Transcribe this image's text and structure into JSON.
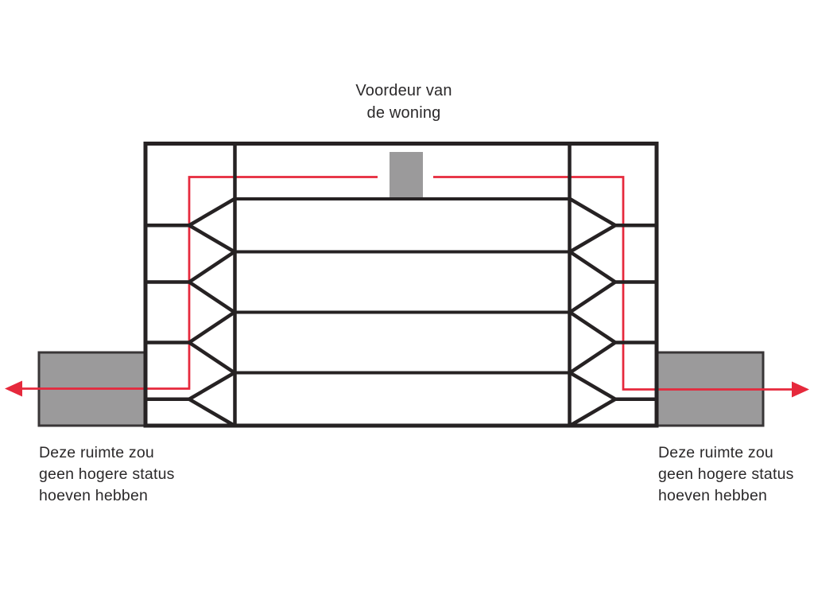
{
  "colors": {
    "line": "#262223",
    "accent": "#e6293c",
    "gray_fill": "#9b9a9b",
    "gray_border": "#393637",
    "text": "#2b292a",
    "background": "#ffffff"
  },
  "labels": {
    "front_door": "Voordeur van\nde woning",
    "left_space": "Deze ruimte zou\ngeen hogere status\nhoeven hebben",
    "right_space": "Deze ruimte zou\ngeen hogere status\nhoeven hebben"
  }
}
